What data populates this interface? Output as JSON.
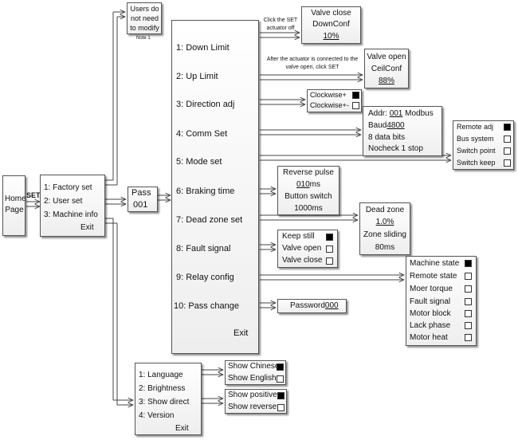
{
  "home": {
    "label": "Home Page",
    "set": "SET"
  },
  "users_note": {
    "text": "Users do not need to modify",
    "note": "Note 1"
  },
  "main_menu": {
    "items": [
      "1: Factory set",
      "2: User set",
      "3: Machine info"
    ],
    "exit": "Exit"
  },
  "pass": {
    "label": "Pass",
    "value": "001"
  },
  "factory_menu": {
    "items": [
      "1: Down Limit",
      "2: Up Limit",
      "3: Direction adj",
      "4: Comm Set",
      "5: Mode set",
      "6: Braking time",
      "7: Dead zone set",
      "8: Fault signal",
      "9: Relay config",
      "10: Pass change"
    ],
    "exit": "Exit"
  },
  "down_limit": {
    "hint": "Click the SET actuator off",
    "line1": "Valve close",
    "line2": "DownConf",
    "value": "10%"
  },
  "up_limit": {
    "hint": "After the actuator is connected to the valve open, click SET",
    "line1": "Valve open",
    "line2": "CeilConf",
    "value": "88%"
  },
  "direction": {
    "options": [
      {
        "label": "Clockwise+",
        "checked": true
      },
      {
        "label": "Clockwise+-",
        "checked": false
      }
    ]
  },
  "comm": {
    "addr_label": "Addr:",
    "addr_value": "001",
    "protocol": "Modbus",
    "baud_label": "Baud",
    "baud_value": "4800",
    "data_bits": "8 data bits",
    "check": "Nocheck 1 stop"
  },
  "mode": {
    "options": [
      {
        "label": "Remote adj",
        "checked": true
      },
      {
        "label": "Bus system",
        "checked": false
      },
      {
        "label": "Switch point",
        "checked": false
      },
      {
        "label": "Switch keep",
        "checked": false
      }
    ]
  },
  "braking": {
    "line1": "Reverse pulse",
    "value": "010",
    "unit": "ms",
    "line3": "Button switch",
    "line4": "1000ms"
  },
  "dead_zone": {
    "title": "Dead zone",
    "value": "1.0%",
    "line3": "Zone sliding",
    "line4": "80ms"
  },
  "fault": {
    "options": [
      {
        "label": "Keep still",
        "checked": true
      },
      {
        "label": "Valve open",
        "checked": false
      },
      {
        "label": "Valve close",
        "checked": false
      }
    ]
  },
  "relay": {
    "options": [
      {
        "label": "Machine state",
        "checked": true
      },
      {
        "label": "Remote state",
        "checked": false
      },
      {
        "label": "Moer torque",
        "checked": false
      },
      {
        "label": "Fault signal",
        "checked": false
      },
      {
        "label": "Motor block",
        "checked": false
      },
      {
        "label": "Lack phase",
        "checked": false
      },
      {
        "label": "Motor heat",
        "checked": false
      }
    ]
  },
  "password": {
    "label": "Password",
    "value": "000"
  },
  "user_menu": {
    "items": [
      "1: Language",
      "2: Brightness",
      "3: Show direct",
      "4: Version"
    ],
    "exit": "Exit"
  },
  "language": {
    "options": [
      {
        "label": "Show Chinese",
        "checked": true
      },
      {
        "label": "Show English",
        "checked": false
      }
    ]
  },
  "show_direct": {
    "options": [
      {
        "label": "Show positive",
        "checked": true
      },
      {
        "label": "Show reverse",
        "checked": false
      }
    ]
  },
  "colors": {
    "box_border": "#555555",
    "line": "#444444",
    "checked": "#000000"
  }
}
